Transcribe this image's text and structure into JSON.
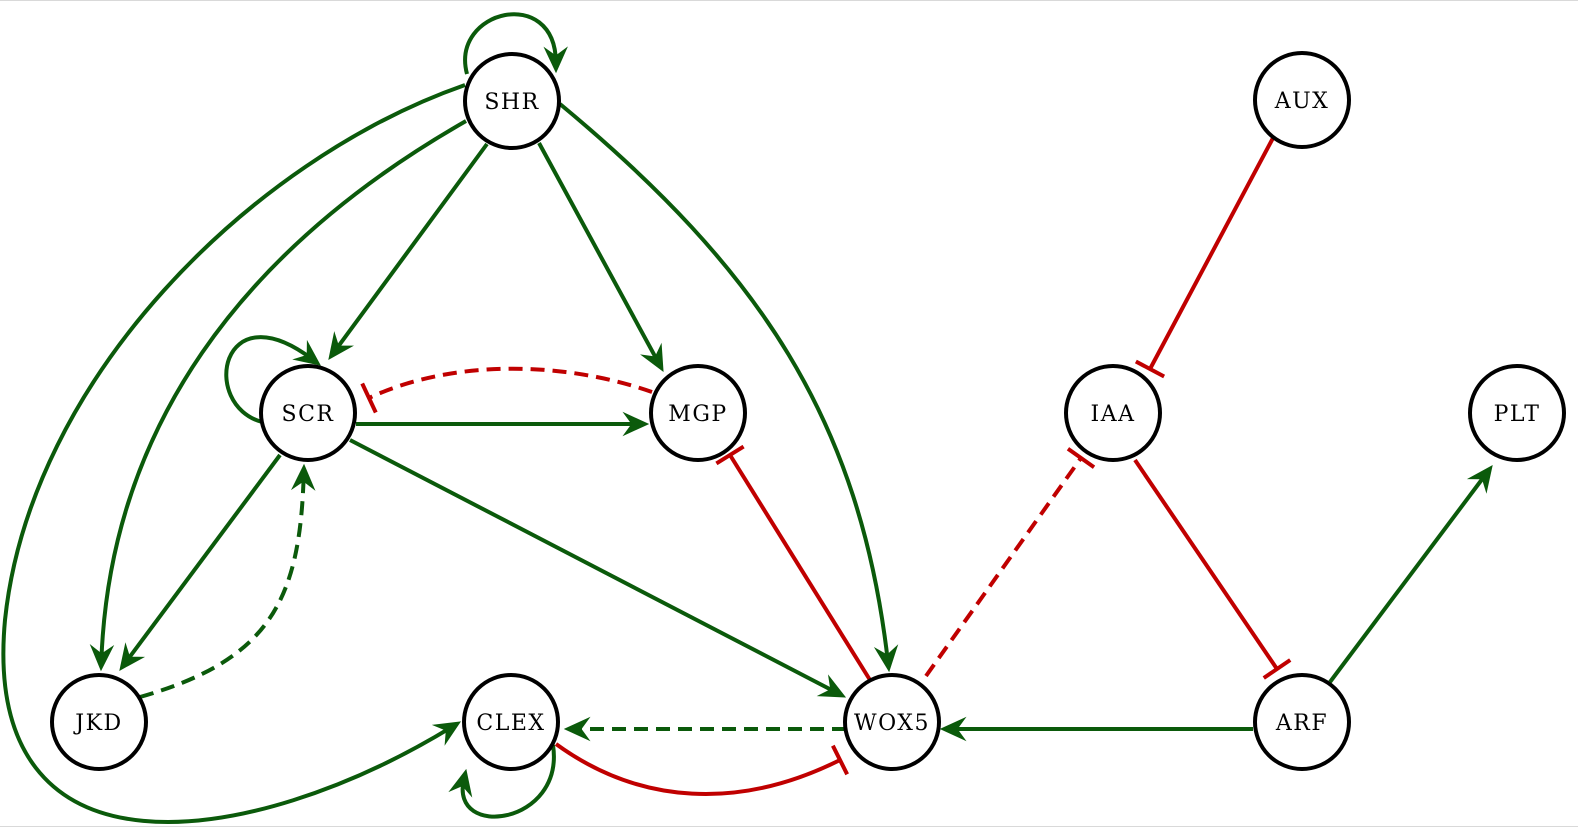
{
  "colors": {
    "activation": "#0b5a0b",
    "inhibition": "#c00000",
    "node_stroke": "#000000",
    "background": "#ffffff"
  },
  "nodes": [
    {
      "id": "SHR",
      "label": "SHR"
    },
    {
      "id": "SCR",
      "label": "SCR"
    },
    {
      "id": "MGP",
      "label": "MGP"
    },
    {
      "id": "JKD",
      "label": "JKD"
    },
    {
      "id": "CLEX",
      "label": "CLEX"
    },
    {
      "id": "WOX5",
      "label": "WOX5"
    },
    {
      "id": "AUX",
      "label": "AUX"
    },
    {
      "id": "IAA",
      "label": "IAA"
    },
    {
      "id": "PLT",
      "label": "PLT"
    },
    {
      "id": "ARF",
      "label": "ARF"
    }
  ],
  "edges": [
    {
      "id": "SHR-SHR",
      "from": "SHR",
      "to": "SHR",
      "type": "activation",
      "style": "solid"
    },
    {
      "id": "SHR-SCR",
      "from": "SHR",
      "to": "SCR",
      "type": "activation",
      "style": "solid"
    },
    {
      "id": "SHR-MGP",
      "from": "SHR",
      "to": "MGP",
      "type": "activation",
      "style": "solid"
    },
    {
      "id": "SHR-WOX5",
      "from": "SHR",
      "to": "WOX5",
      "type": "activation",
      "style": "solid"
    },
    {
      "id": "SHR-JKD",
      "from": "SHR",
      "to": "JKD",
      "type": "activation",
      "style": "solid"
    },
    {
      "id": "SHR-CLEX",
      "from": "SHR",
      "to": "CLEX",
      "type": "activation",
      "style": "solid"
    },
    {
      "id": "SCR-SCR",
      "from": "SCR",
      "to": "SCR",
      "type": "activation",
      "style": "solid"
    },
    {
      "id": "SCR-MGP",
      "from": "SCR",
      "to": "MGP",
      "type": "activation",
      "style": "solid"
    },
    {
      "id": "SCR-JKD",
      "from": "SCR",
      "to": "JKD",
      "type": "activation",
      "style": "solid"
    },
    {
      "id": "SCR-WOX5",
      "from": "SCR",
      "to": "WOX5",
      "type": "activation",
      "style": "solid"
    },
    {
      "id": "MGP-SCR",
      "from": "MGP",
      "to": "SCR",
      "type": "inhibition",
      "style": "dashed"
    },
    {
      "id": "JKD-SCR",
      "from": "JKD",
      "to": "SCR",
      "type": "activation",
      "style": "dashed"
    },
    {
      "id": "WOX5-MGP",
      "from": "WOX5",
      "to": "MGP",
      "type": "inhibition",
      "style": "solid"
    },
    {
      "id": "WOX5-CLEX",
      "from": "WOX5",
      "to": "CLEX",
      "type": "activation",
      "style": "dashed"
    },
    {
      "id": "CLEX-WOX5",
      "from": "CLEX",
      "to": "WOX5",
      "type": "inhibition",
      "style": "solid"
    },
    {
      "id": "CLEX-CLEX",
      "from": "CLEX",
      "to": "CLEX",
      "type": "activation",
      "style": "solid"
    },
    {
      "id": "WOX5-IAA",
      "from": "WOX5",
      "to": "IAA",
      "type": "inhibition",
      "style": "dashed"
    },
    {
      "id": "AUX-IAA",
      "from": "AUX",
      "to": "IAA",
      "type": "inhibition",
      "style": "solid"
    },
    {
      "id": "IAA-ARF",
      "from": "IAA",
      "to": "ARF",
      "type": "inhibition",
      "style": "solid"
    },
    {
      "id": "ARF-WOX5",
      "from": "ARF",
      "to": "WOX5",
      "type": "activation",
      "style": "solid"
    },
    {
      "id": "ARF-PLT",
      "from": "ARF",
      "to": "PLT",
      "type": "activation",
      "style": "solid"
    }
  ]
}
